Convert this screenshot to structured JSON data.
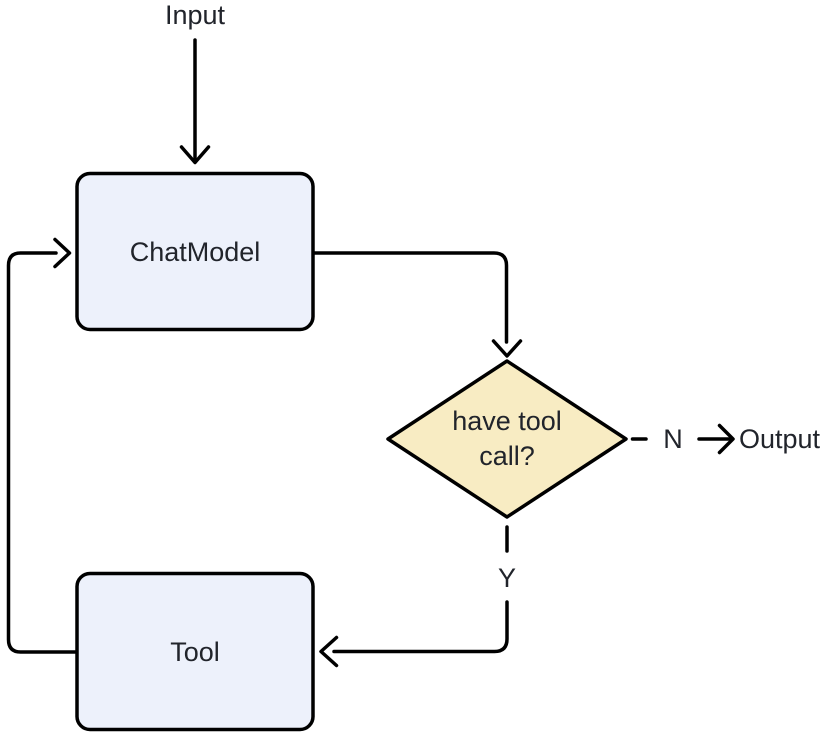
{
  "diagram": {
    "type": "flowchart",
    "background_color": "#ffffff",
    "line_color": "#000000",
    "text_color": "#21242b",
    "nodes": {
      "input": {
        "label": "Input"
      },
      "chatmodel": {
        "label": "ChatModel",
        "shape": "rounded-rect",
        "fill": "#EDF1FB",
        "border_color": "#000000"
      },
      "decision": {
        "label_line1": "have tool",
        "label_line2": "call?",
        "shape": "diamond",
        "fill": "#F8ECC3",
        "border_color": "#000000"
      },
      "tool": {
        "label": "Tool",
        "shape": "rounded-rect",
        "fill": "#EDF1FB",
        "border_color": "#000000"
      },
      "output": {
        "label": "Output"
      }
    },
    "edges": [
      {
        "from": "Input",
        "to": "ChatModel",
        "style": "solid",
        "label": ""
      },
      {
        "from": "ChatModel",
        "to": "have tool call?",
        "style": "solid",
        "label": ""
      },
      {
        "from": "have tool call?",
        "to": "Output",
        "style": "dashed",
        "label": "N"
      },
      {
        "from": "have tool call?",
        "to": "Tool",
        "style": "dashed",
        "label": "Y"
      },
      {
        "from": "Tool",
        "to": "ChatModel",
        "style": "solid",
        "label": ""
      }
    ]
  }
}
